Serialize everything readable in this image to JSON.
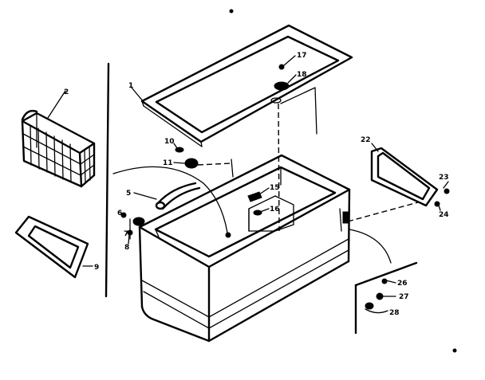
{
  "callouts": {
    "c1": "1",
    "c2": "2",
    "c5": "5",
    "c6": "6",
    "c7": "7",
    "c8": "8",
    "c9": "9",
    "c10": "10",
    "c11": "11",
    "c15": "15",
    "c16": "16",
    "c17": "17",
    "c18": "18",
    "c22": "22",
    "c23": "23",
    "c24": "24",
    "c26": "26",
    "c27": "27",
    "c28": "28"
  },
  "colors": {
    "ink": "#000000",
    "paper": "#ffffff"
  }
}
